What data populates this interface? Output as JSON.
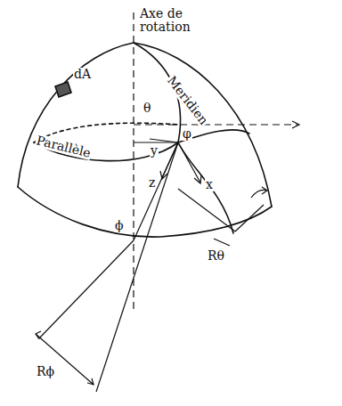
{
  "diagram": {
    "labels": [
      "Axe de rotation",
      "dA",
      "Meridien",
      "θ",
      "Parallèle",
      "φ",
      "y",
      "z",
      "x",
      "ϕ",
      "Rθ",
      "Rϕ"
    ]
  }
}
